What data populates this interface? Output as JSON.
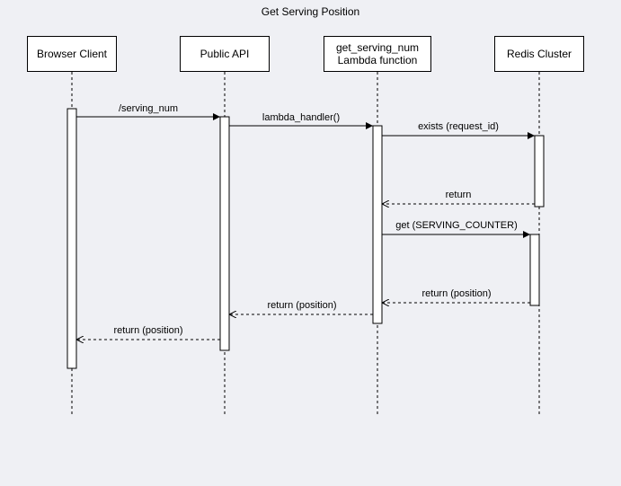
{
  "title": "Get Serving Position",
  "participants": [
    {
      "id": "browser",
      "label": "Browser Client"
    },
    {
      "id": "api",
      "label": "Public API"
    },
    {
      "id": "lambda",
      "label": "get_serving_num\nLambda function"
    },
    {
      "id": "redis",
      "label": "Redis Cluster"
    }
  ],
  "messages": [
    {
      "from": "browser",
      "to": "api",
      "label": "/serving_num",
      "kind": "call"
    },
    {
      "from": "api",
      "to": "lambda",
      "label": "lambda_handler()",
      "kind": "call"
    },
    {
      "from": "lambda",
      "to": "redis",
      "label": "exists (request_id)",
      "kind": "call"
    },
    {
      "from": "redis",
      "to": "lambda",
      "label": "return",
      "kind": "return"
    },
    {
      "from": "lambda",
      "to": "redis",
      "label": "get (SERVING_COUNTER)",
      "kind": "call"
    },
    {
      "from": "redis",
      "to": "lambda",
      "label": "return (position)",
      "kind": "return"
    },
    {
      "from": "lambda",
      "to": "api",
      "label": "return (position)",
      "kind": "return"
    },
    {
      "from": "api",
      "to": "browser",
      "label": "return (position)",
      "kind": "return"
    }
  ],
  "colors": {
    "background": "#eff0f4",
    "line": "#000000",
    "box": "#ffffff"
  }
}
